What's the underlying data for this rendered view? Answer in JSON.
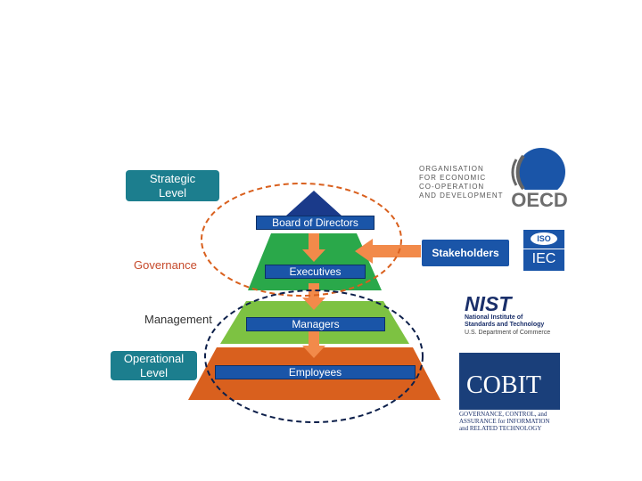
{
  "levels": {
    "strategic": "Strategic Level",
    "governance": "Governance",
    "management": "Management",
    "operational": "Operational Level"
  },
  "pyramid": {
    "board": "Board of Directors",
    "executives": "Executives",
    "managers": "Managers",
    "employees": "Employees"
  },
  "stakeholders": "Stakeholders",
  "logos": {
    "oecd_text": [
      "ORGANISATION",
      "FOR ECONOMIC",
      "CO-OPERATION",
      "AND DEVELOPMENT"
    ],
    "oecd_acronym": "OECD",
    "iso": "ISO",
    "iec": "IEC",
    "nist": "NIST",
    "nist_sub": [
      "National Institute of",
      "Standards and Technology"
    ],
    "nist_dept": "U.S. Department of Commerce",
    "cobit": "COBIT",
    "cobit_sub": [
      "GOVERNANCE, CONTROL, and",
      "ASSURANCE for INFORMATION",
      "and RELATED TECHNOLOGY"
    ]
  },
  "colors": {
    "teal": "#1c7e8e",
    "orange": "#f28a4a",
    "navy": "#1a3a8a",
    "green": "#2aa84a",
    "lime": "#7dc242",
    "rust": "#d9601e",
    "label_blue": "#1a55a8",
    "governance_red": "#c6492a"
  }
}
